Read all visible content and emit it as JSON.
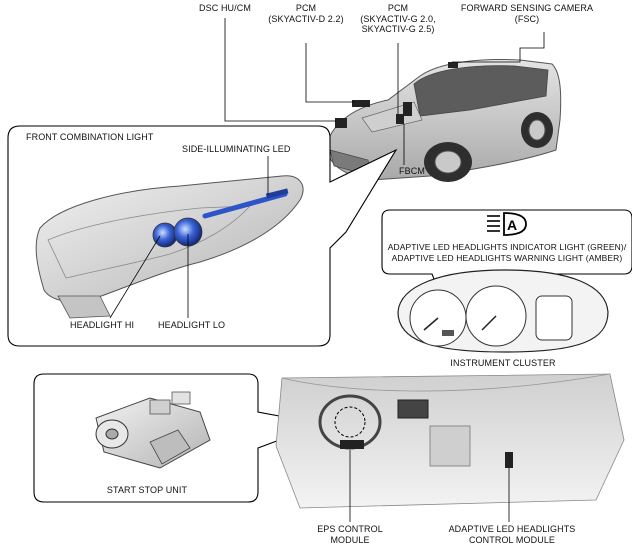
{
  "labels": {
    "dsc": "DSC HU/CM",
    "pcm_d": [
      "PCM",
      "(SKYACTIV-D 2.2)"
    ],
    "pcm_g": [
      "PCM",
      "(SKYACTIV-G 2.0,",
      "SKYACTIV-G 2.5)"
    ],
    "fsc": [
      "FORWARD SENSING CAMERA",
      "(FSC)"
    ],
    "fbcm": "FBCM",
    "front_combination_light": "FRONT COMBINATION LIGHT",
    "side_led": "SIDE-ILLUMINATING LED",
    "headlight_hi": "HEADLIGHT HI",
    "headlight_lo": "HEADLIGHT LO",
    "indicator": [
      "ADAPTIVE LED HEADLIGHTS INDICATOR LIGHT (GREEN)/",
      "ADAPTIVE LED HEADLIGHTS WARNING LIGHT (AMBER)"
    ],
    "instrument_cluster": "INSTRUMENT CLUSTER",
    "start_stop_unit": "START STOP UNIT",
    "eps": [
      "EPS CONTROL",
      "MODULE"
    ],
    "alh": [
      "ADAPTIVE LED HEADLIGHTS",
      "CONTROL MODULE"
    ]
  },
  "icons": {
    "indicator_symbol": "adaptive-led-headlight-icon"
  },
  "colors": {
    "led_blue": "#2b55c8"
  }
}
